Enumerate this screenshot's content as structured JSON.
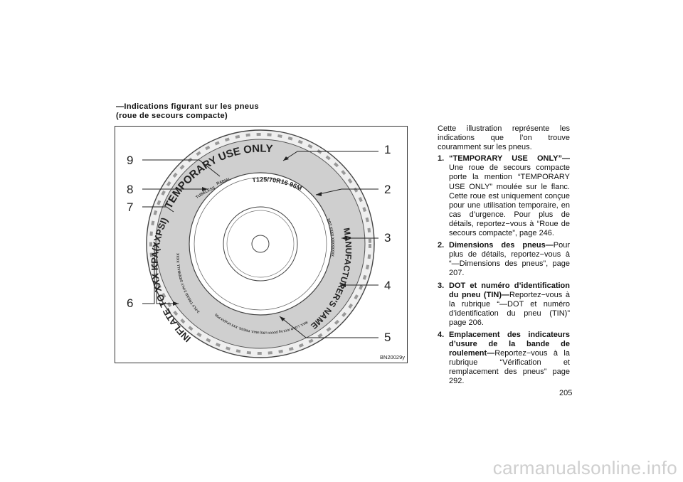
{
  "section": {
    "heading_line1": "—Indications figurant sur les pneus",
    "heading_line2": "(roue de secours compacte)"
  },
  "figure": {
    "code": "BN20029y",
    "callouts": [
      "1",
      "2",
      "3",
      "4",
      "5",
      "6",
      "7",
      "8",
      "9"
    ],
    "tire_text": {
      "temporary_use_only": "TEMPORARY USE ONLY",
      "size": "T125/70R16  96M",
      "tubeless": "TUBELESS",
      "radial": "RADIAL",
      "inflate": "INFLATE TO XXX KPA(XXPSI)",
      "tread": "3-PLY TREAD  2-PLY SIDEWALL XXXX",
      "dot": "DOT XXXX  XXXXXXXX",
      "manufacturer": "MANUFACTURER'S NAME",
      "max_load": "MAX. LOAD XXX kg (XXXX LBS)  MAX. PRESS. XXX kPa(XX PSI)"
    }
  },
  "text": {
    "intro": "Cette illustration représente les indications que l’on trouve couramment sur les pneus.",
    "items": [
      {
        "num": "1.",
        "term": "“TEMPORARY USE ONLY”—",
        "body": "Une roue de secours compacte porte la mention “TEMPORARY USE ONLY” moulée sur le flanc. Cette roue est uniquement conçue pour une utilisation temporaire, en cas d’urgence. Pour plus de détails, reportez−vous à “Roue de secours compacte”, page 246."
      },
      {
        "num": "2.",
        "term": "Dimensions des pneus—",
        "body": "Pour plus de détails, reportez−vous à “—Dimensions des pneus”, page 207."
      },
      {
        "num": "3.",
        "term": "DOT et numéro d’identification du pneu (TIN)—",
        "body": "Reportez−vous à la rubrique “—DOT et numéro d’identification du pneu (TIN)” page 206."
      },
      {
        "num": "4.",
        "term": "Emplacement des indicateurs d’usure de la bande de roulement—",
        "body": "Reportez−vous à la rubrique “Vérification et remplacement des pneus” page 292."
      }
    ]
  },
  "page_number": "205",
  "footer": "carmanualsonline.info"
}
